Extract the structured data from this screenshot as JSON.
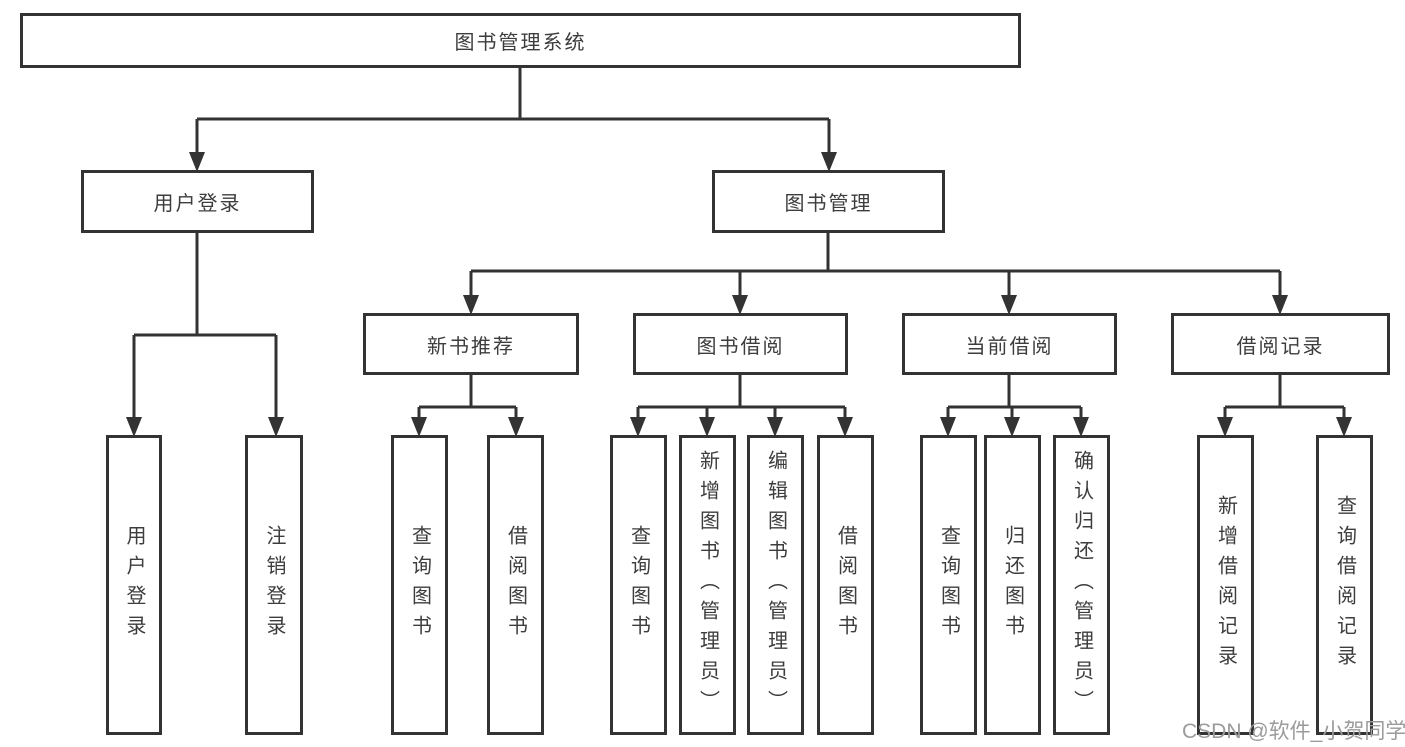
{
  "colors": {
    "line": "#333333",
    "box_border": "#333333",
    "text": "#3d3d3d",
    "watermark": "#9b9b9b",
    "background": "#ffffff"
  },
  "watermark": {
    "text": "CSDN @软件_小贺同学"
  },
  "tree": {
    "label": "图书管理系统",
    "children": [
      {
        "label": "用户登录",
        "children": [
          {
            "label": "用户登录"
          },
          {
            "label": "注销登录"
          }
        ]
      },
      {
        "label": "图书管理",
        "children": [
          {
            "label": "新书推荐",
            "children": [
              {
                "label": "查询图书"
              },
              {
                "label": "借阅图书"
              }
            ]
          },
          {
            "label": "图书借阅",
            "children": [
              {
                "label": "查询图书"
              },
              {
                "label": "新增图书（管理员）"
              },
              {
                "label": "编辑图书（管理员）"
              },
              {
                "label": "借阅图书"
              }
            ]
          },
          {
            "label": "当前借阅",
            "children": [
              {
                "label": "查询图书"
              },
              {
                "label": "归还图书"
              },
              {
                "label": "确认归还（管理员）"
              }
            ]
          },
          {
            "label": "借阅记录",
            "children": [
              {
                "label": "新增借阅记录"
              },
              {
                "label": "查询借阅记录"
              }
            ]
          }
        ]
      }
    ]
  }
}
